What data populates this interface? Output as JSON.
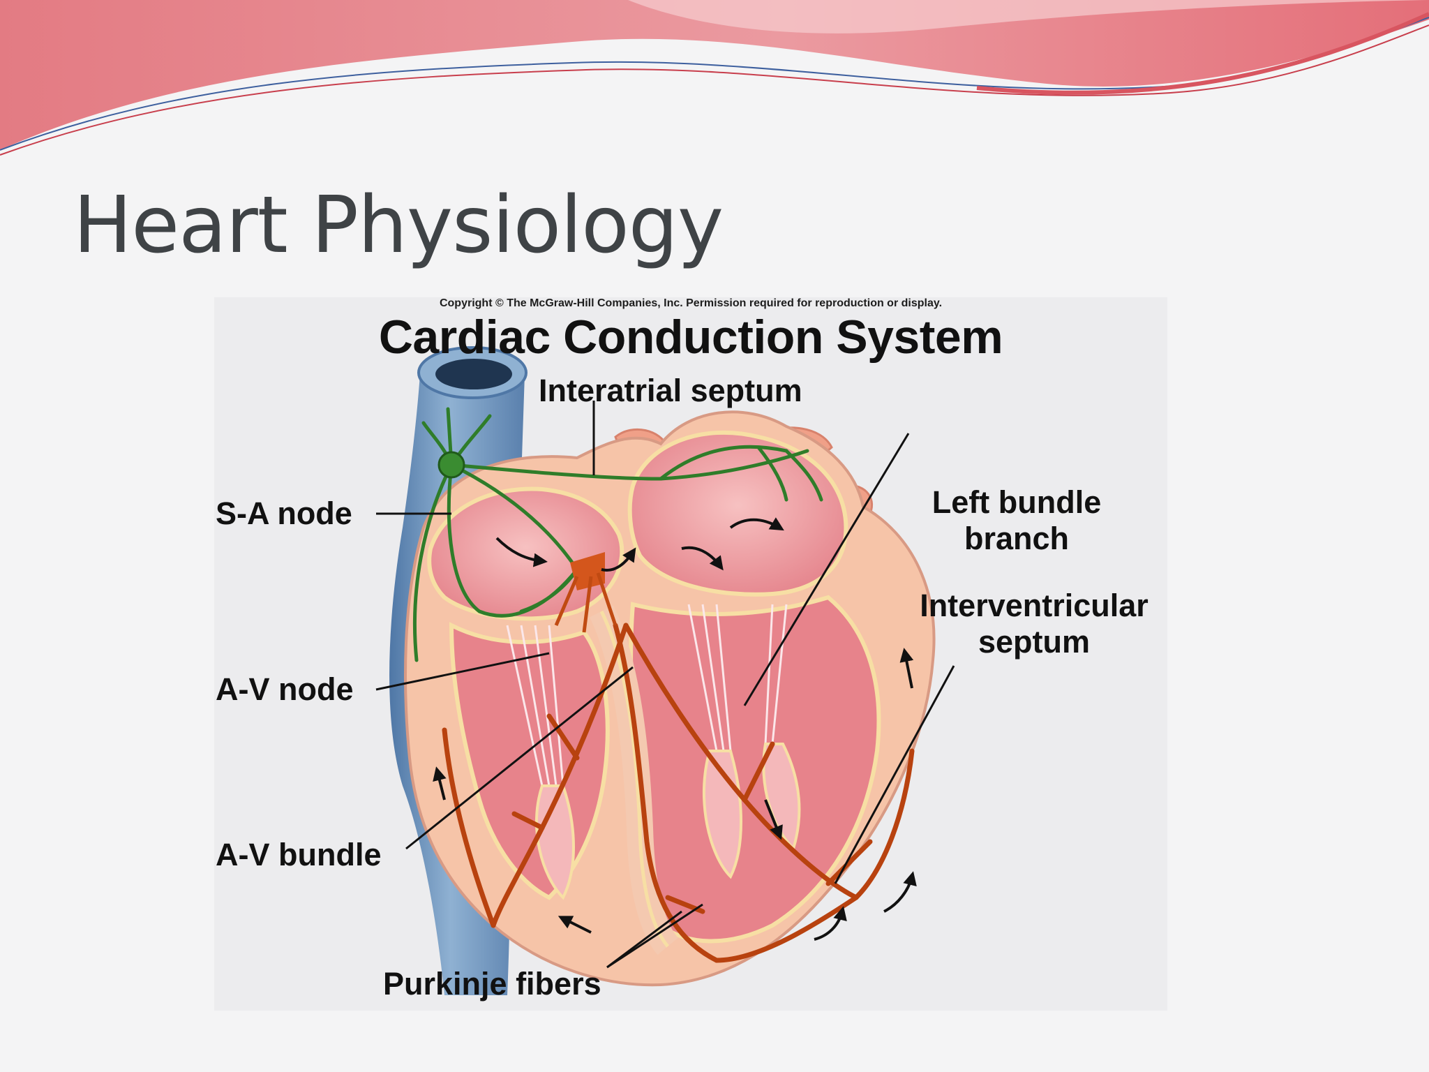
{
  "slide": {
    "title": "Heart Physiology"
  },
  "figure": {
    "copyright": "Copyright © The McGraw-Hill Companies, Inc. Permission required for reproduction or display.",
    "title": "Cardiac Conduction System",
    "labels": {
      "interatrial_septum": "Interatrial septum",
      "sa_node": "S-A node",
      "av_node": "A-V node",
      "av_bundle": "A-V bundle",
      "left_bundle_branch_line1": "Left bundle",
      "left_bundle_branch_line2": "branch",
      "interventricular_septum_line1": "Interventricular",
      "interventricular_septum_line2": "septum",
      "purkinje_fibers": "Purkinje fibers"
    }
  },
  "colors": {
    "wave_primary": "#e37d84",
    "wave_light": "#f1b3b7",
    "vessel_blue": "#6f93b8",
    "heart_outer": "#f6c4a8",
    "heart_muscle": "#e8828a",
    "chamber": "#f2a7a9",
    "conduction_green": "#2f7d2a",
    "conduction_orange": "#c04a12",
    "purkinje": "#b8420f"
  }
}
